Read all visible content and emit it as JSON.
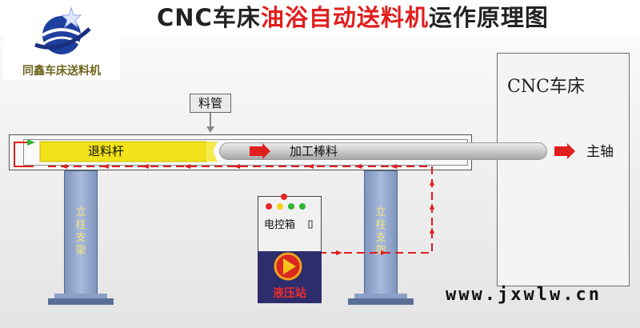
{
  "header": {
    "title_black_1": "CNC车床",
    "title_red": "油浴自动送料机",
    "title_black_2": "运作原理图"
  },
  "logo": {
    "name": "同鑫车床送料机",
    "icon": "globe-star-logo"
  },
  "labels": {
    "cnc_lathe": "CNC车床",
    "feed_tube": "料管",
    "pusher_rod": "退料杆",
    "bar_stock": "加工棒料",
    "spindle": "主轴",
    "column_left": [
      "立",
      "柱",
      "支",
      "架"
    ],
    "column_right": [
      "立",
      "柱",
      "支",
      "架"
    ],
    "control_box": "电控箱",
    "hydraulic_station": "液压站",
    "website": "www.jxwlw.cn"
  },
  "colors": {
    "flow_red": "#e11e1e",
    "pusher_yellow": "#f1e21a",
    "column_blue": "#8ea3c9",
    "cabinet_navy": "#2e2d6c",
    "indicator_red": "#e62525",
    "indicator_yellow": "#f0d21a",
    "indicator_green": "#2fb52f"
  }
}
